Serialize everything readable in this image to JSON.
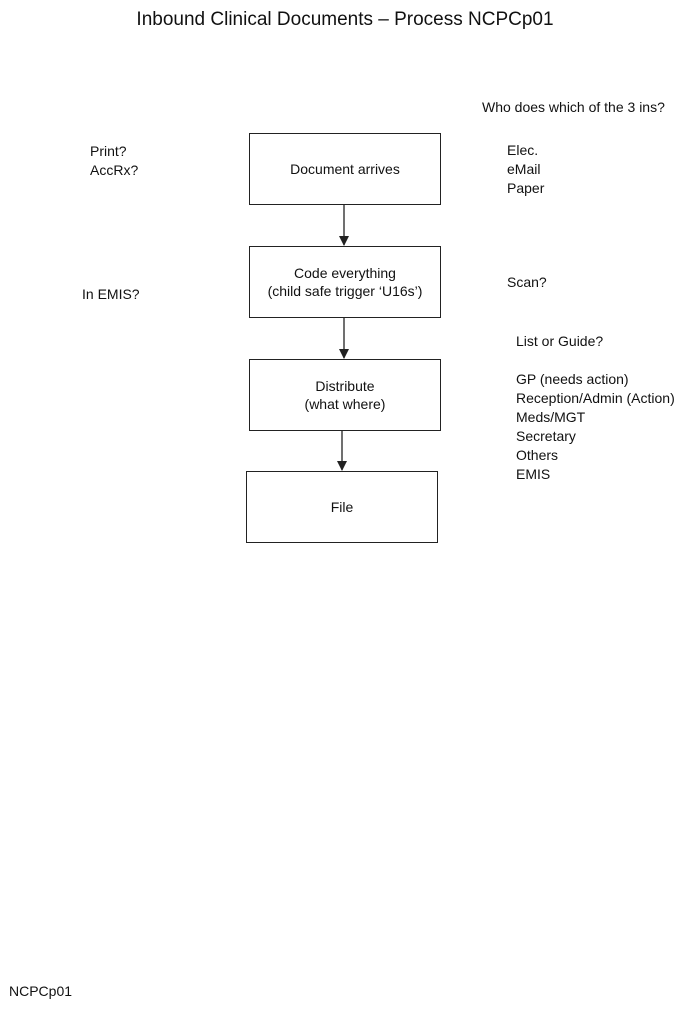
{
  "title": "Inbound Clinical Documents – Process NCPCp01",
  "steps": [
    {
      "id": "document-arrives",
      "lines": [
        "Document arrives"
      ]
    },
    {
      "id": "code-everything",
      "lines": [
        "Code everything",
        "(child safe trigger ‘U16s’)"
      ]
    },
    {
      "id": "distribute",
      "lines": [
        "Distribute",
        "(what where)"
      ]
    },
    {
      "id": "file",
      "lines": [
        "File"
      ]
    }
  ],
  "notes": {
    "print_accrx": [
      "Print?",
      "AccRx?"
    ],
    "in_emis": "In EMIS?",
    "who_does": "Who does which of the 3 ins?",
    "channels": [
      "Elec.",
      "eMail",
      "Paper"
    ],
    "scan": "Scan?",
    "list_or_guide": "List or Guide?",
    "recipients": [
      "GP (needs action)",
      "Reception/Admin (Action)",
      "Meds/MGT",
      "Secretary",
      "Others",
      "EMIS"
    ]
  },
  "footer": "NCPCp01",
  "colors": {
    "line": "#222222",
    "text": "#111111",
    "background": "#ffffff"
  }
}
